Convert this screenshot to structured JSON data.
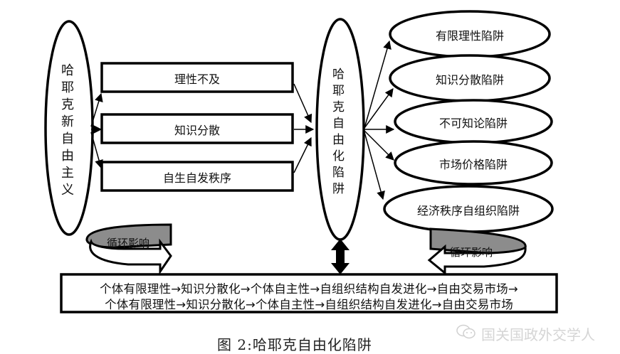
{
  "diagram": {
    "source_node": {
      "label": "哈耶克新自由主义",
      "chars": [
        "哈",
        "耶",
        "克",
        "新",
        "自",
        "由",
        "主",
        "义"
      ]
    },
    "middle_boxes": [
      {
        "label": "理性不及"
      },
      {
        "label": "知识分散"
      },
      {
        "label": "自生自发秩序"
      }
    ],
    "central_node": {
      "label": "哈耶克自由化陷阱",
      "chars": [
        "哈",
        "耶",
        "克",
        "自",
        "由",
        "化",
        "陷",
        "阱"
      ]
    },
    "traps": [
      {
        "label": "有限理性陷阱"
      },
      {
        "label": "知识分散陷阱"
      },
      {
        "label": "不可知论陷阱"
      },
      {
        "label": "市场价格陷阱"
      },
      {
        "label": "经济秩序自组织陷阱"
      }
    ],
    "loops": [
      {
        "label": "循环影响",
        "direction": "right"
      },
      {
        "label": "循环影响",
        "direction": "left"
      }
    ],
    "chain_box": {
      "line1": "个体有限理性→知识分散化→个体自主性→自组织结构自发进化→自由交易市场→",
      "line2": "个体有限理性→知识分散化→个体自主性→自组织结构自发进化→自由交易市场"
    },
    "caption": "图 2:哈耶克自由化陷阱",
    "watermark": {
      "icon": "wechat-icon",
      "text": "国关国政外交学人"
    }
  },
  "colors": {
    "stroke": "#000000",
    "loop_fill": "#8c8c8c",
    "watermark": "#d0d0d0"
  }
}
